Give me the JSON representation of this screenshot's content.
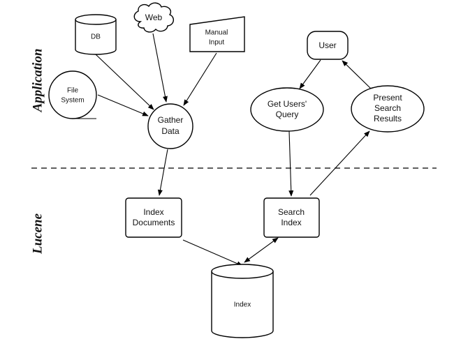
{
  "sections": {
    "top": "Application",
    "bottom": "Lucene"
  },
  "nodes": {
    "db": "DB",
    "web": "Web",
    "manual_input": [
      "Manual",
      "Input"
    ],
    "file_system": [
      "File",
      "System"
    ],
    "gather_data": [
      "Gather",
      "Data"
    ],
    "user": "User",
    "get_users_query": [
      "Get Users'",
      "Query"
    ],
    "present_search_results": [
      "Present",
      "Search",
      "Results"
    ],
    "index_documents": [
      "Index",
      "Documents"
    ],
    "search_index": [
      "Search",
      "Index"
    ],
    "index": "Index"
  }
}
